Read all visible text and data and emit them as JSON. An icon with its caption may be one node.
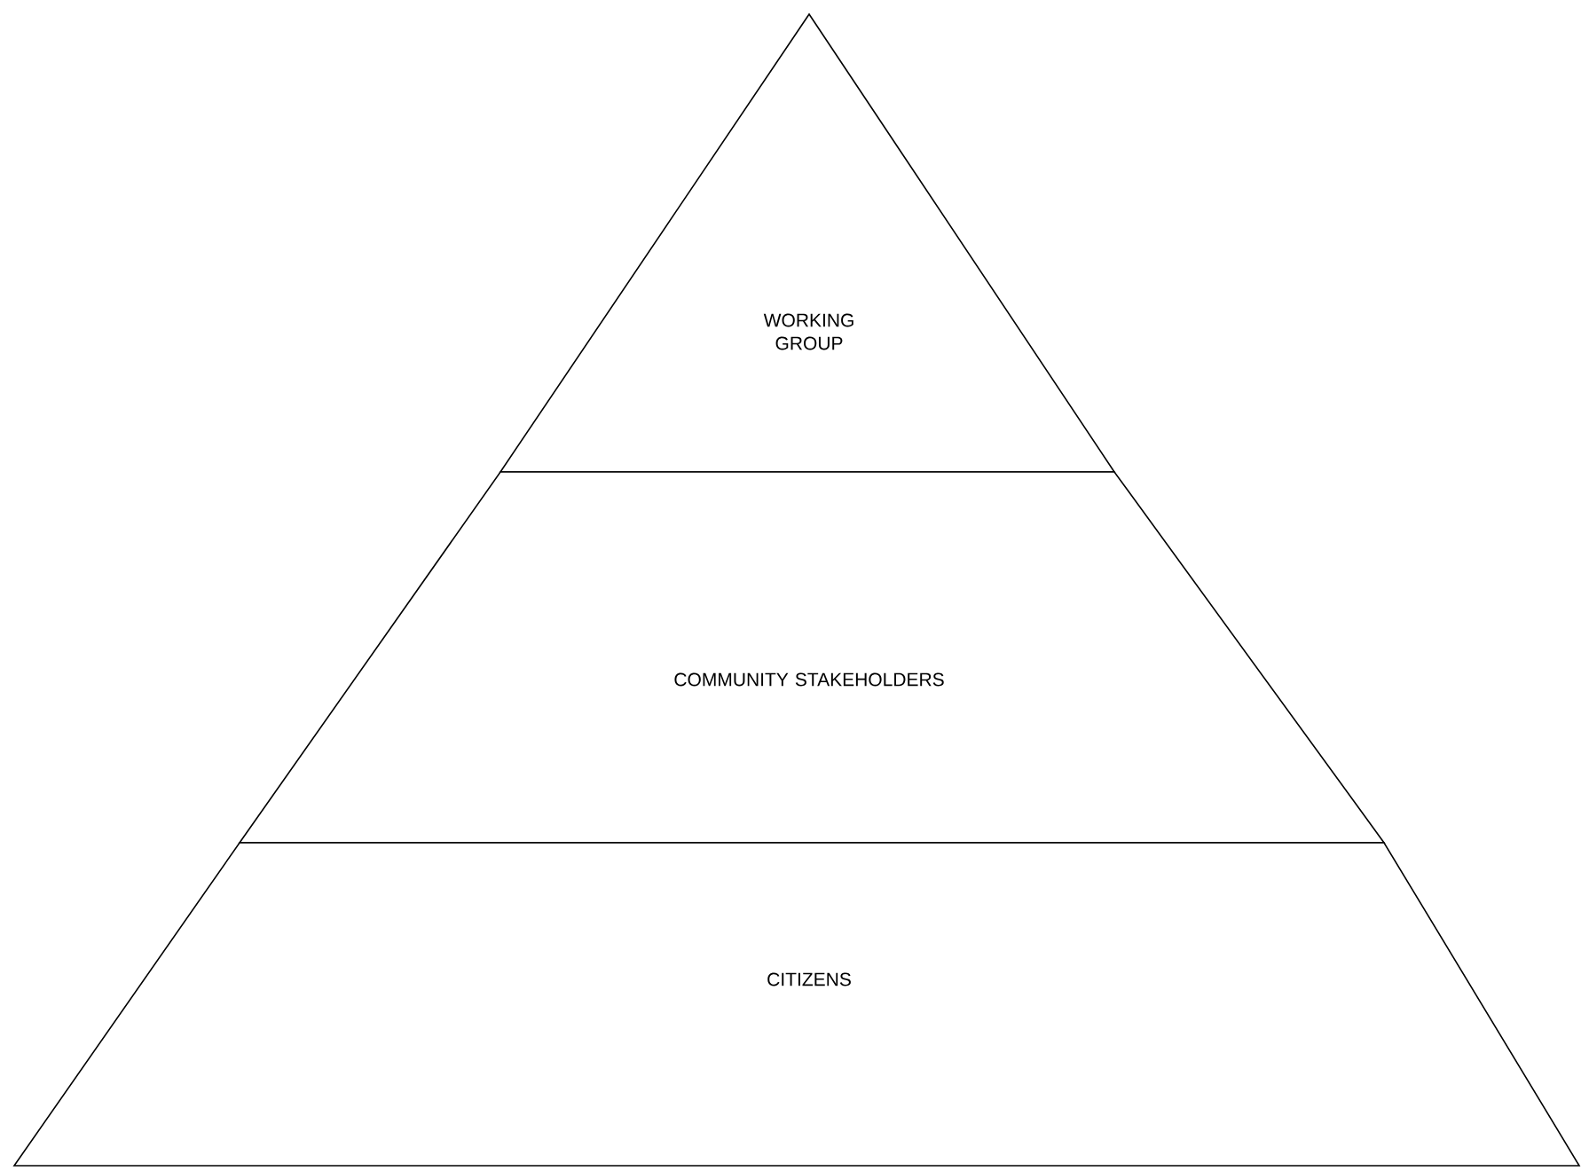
{
  "diagram": {
    "nodes": [
      {
        "text": [
          "WORKING GROUP"
        ]
      },
      {
        "text": [
          "COMMUNITY STAKEHOLDERS"
        ]
      },
      {
        "text": [
          "CITIZENS"
        ]
      }
    ]
  }
}
